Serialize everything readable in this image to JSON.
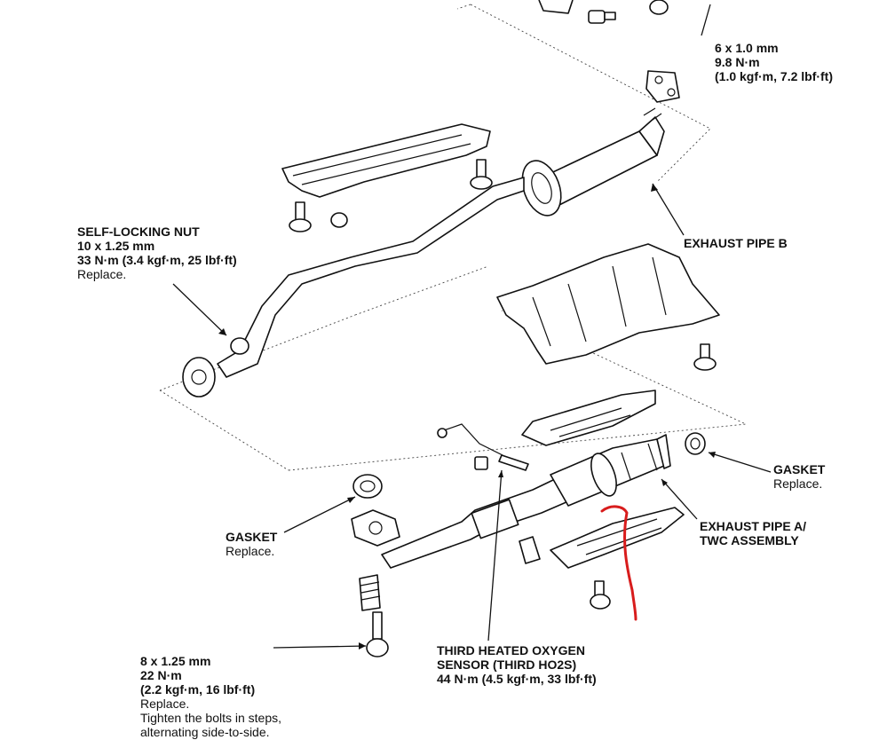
{
  "labels": {
    "bolt_top": [
      "6 x 1.0 mm",
      "9.8 N·m",
      "(1.0 kgf·m, 7.2 lbf·ft)"
    ],
    "self_locking_nut": {
      "title": "SELF-LOCKING NUT",
      "lines": [
        "10 x 1.25 mm",
        "33 N·m (3.4 kgf·m, 25 lbf·ft)"
      ],
      "note": "Replace."
    },
    "exhaust_pipe_b": "EXHAUST PIPE B",
    "gasket_right": {
      "title": "GASKET",
      "note": "Replace."
    },
    "gasket_left": {
      "title": "GASKET",
      "note": "Replace."
    },
    "exhaust_pipe_a": [
      "EXHAUST PIPE A/",
      "TWC ASSEMBLY"
    ],
    "third_ho2s": [
      "THIRD HEATED OXYGEN",
      "SENSOR (THIRD HO2S)",
      "44 N·m (4.5 kgf·m, 33 lbf·ft)"
    ],
    "bolt_bottom": {
      "lines": [
        "8 x 1.25 mm",
        "22 N·m",
        "(2.2 kgf·m, 16 lbf·ft)"
      ],
      "notes": [
        "Replace.",
        "Tighten the bolts in steps,",
        "alternating side-to-side."
      ]
    }
  },
  "annotation_color": "#d81c1c"
}
